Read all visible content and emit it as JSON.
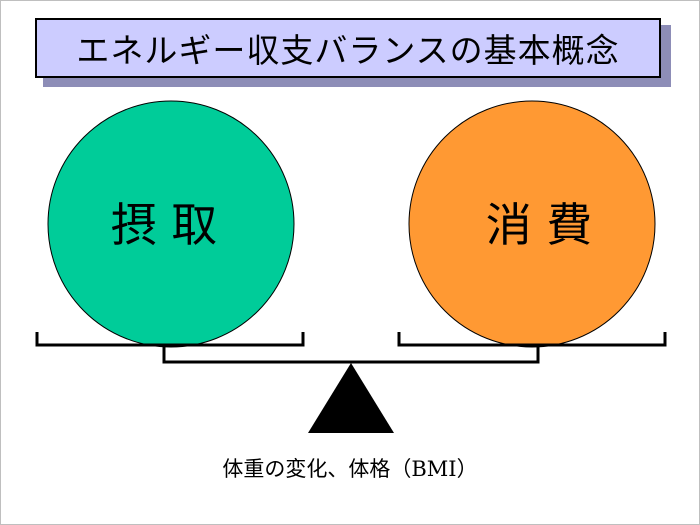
{
  "title": "エネルギー収支バランスの基本概念",
  "left_circle": {
    "label": "摂 取",
    "color": "#00cc99"
  },
  "right_circle": {
    "label": "消 費",
    "color": "#ff9933"
  },
  "caption": "体重の変化、体格（BMI）",
  "colors": {
    "title_fill": "#ccccff",
    "title_shadow": "#8d8db7",
    "fulcrum": "#000000"
  }
}
